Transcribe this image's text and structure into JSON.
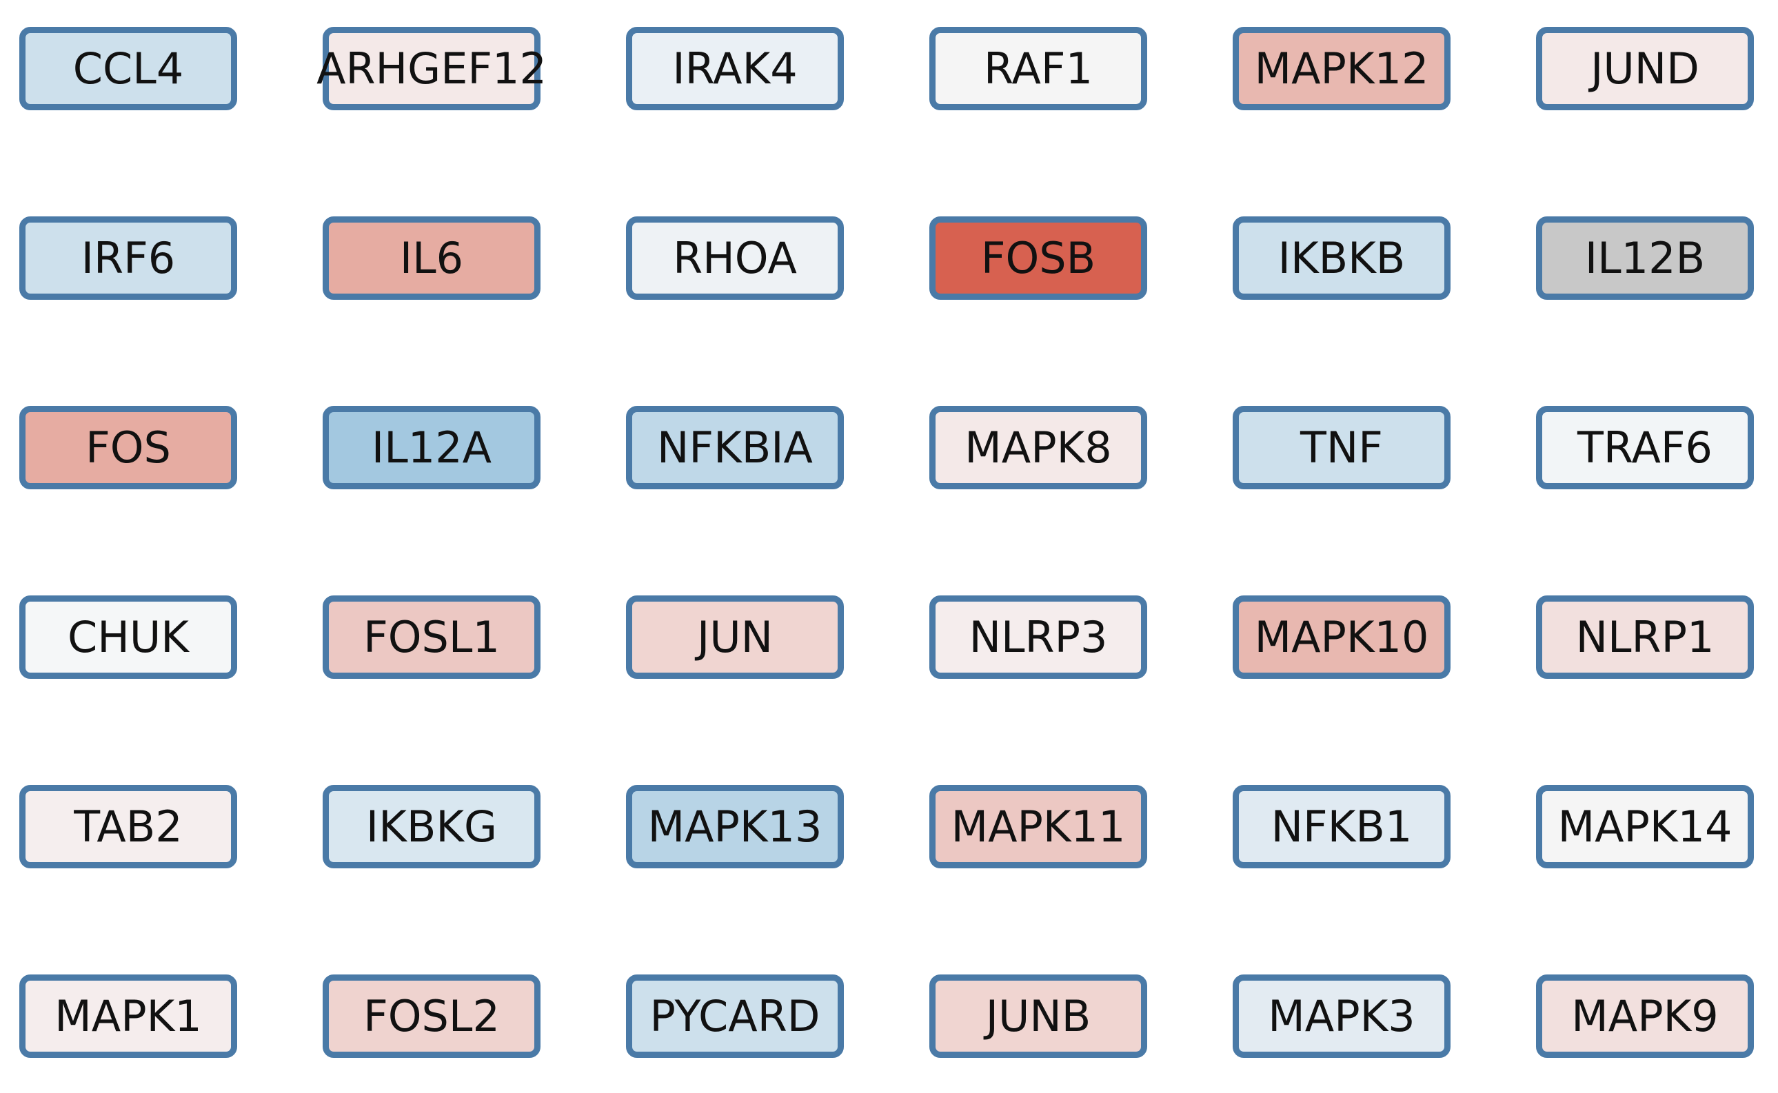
{
  "network": {
    "nodes": [
      {
        "label": "CCL4",
        "fill": "#cde0ec"
      },
      {
        "label": "ARHGEF12",
        "fill": "#f4e9e8"
      },
      {
        "label": "IRAK4",
        "fill": "#eaf0f5"
      },
      {
        "label": "RAF1",
        "fill": "#f5f5f5"
      },
      {
        "label": "MAPK12",
        "fill": "#e8b8b0"
      },
      {
        "label": "JUND",
        "fill": "#f4e9e8"
      },
      {
        "label": "IRF6",
        "fill": "#cde0ec"
      },
      {
        "label": "IL6",
        "fill": "#e6aca2"
      },
      {
        "label": "RHOA",
        "fill": "#eef2f5"
      },
      {
        "label": "FOSB",
        "fill": "#d76150"
      },
      {
        "label": "IKBKB",
        "fill": "#cde0ec"
      },
      {
        "label": "IL12B",
        "fill": "#c8c8c8"
      },
      {
        "label": "FOS",
        "fill": "#e6aca2"
      },
      {
        "label": "IL12A",
        "fill": "#a3c8e0"
      },
      {
        "label": "NFKBIA",
        "fill": "#bfd8e8"
      },
      {
        "label": "MAPK8",
        "fill": "#f4e9e8"
      },
      {
        "label": "TNF",
        "fill": "#cde0ec"
      },
      {
        "label": "TRAF6",
        "fill": "#f2f5f7"
      },
      {
        "label": "CHUK",
        "fill": "#f5f7f8"
      },
      {
        "label": "FOSL1",
        "fill": "#ecc8c3"
      },
      {
        "label": "JUN",
        "fill": "#f0d5d1"
      },
      {
        "label": "NLRP3",
        "fill": "#f5eded"
      },
      {
        "label": "MAPK10",
        "fill": "#e8b8b0"
      },
      {
        "label": "NLRP1",
        "fill": "#f2e0de"
      },
      {
        "label": "TAB2",
        "fill": "#f5eeee"
      },
      {
        "label": "IKBKG",
        "fill": "#d9e7f0"
      },
      {
        "label": "MAPK13",
        "fill": "#b8d4e6"
      },
      {
        "label": "MAPK11",
        "fill": "#ecc8c3"
      },
      {
        "label": "NFKB1",
        "fill": "#e0eaf2"
      },
      {
        "label": "MAPK14",
        "fill": "#f5f5f5"
      },
      {
        "label": "MAPK1",
        "fill": "#f5eded"
      },
      {
        "label": "FOSL2",
        "fill": "#efd3cf"
      },
      {
        "label": "PYCARD",
        "fill": "#cde0ec"
      },
      {
        "label": "JUNB",
        "fill": "#f0d5d1"
      },
      {
        "label": "MAPK3",
        "fill": "#e3ebf2"
      },
      {
        "label": "MAPK9",
        "fill": "#f2e0de"
      }
    ]
  }
}
